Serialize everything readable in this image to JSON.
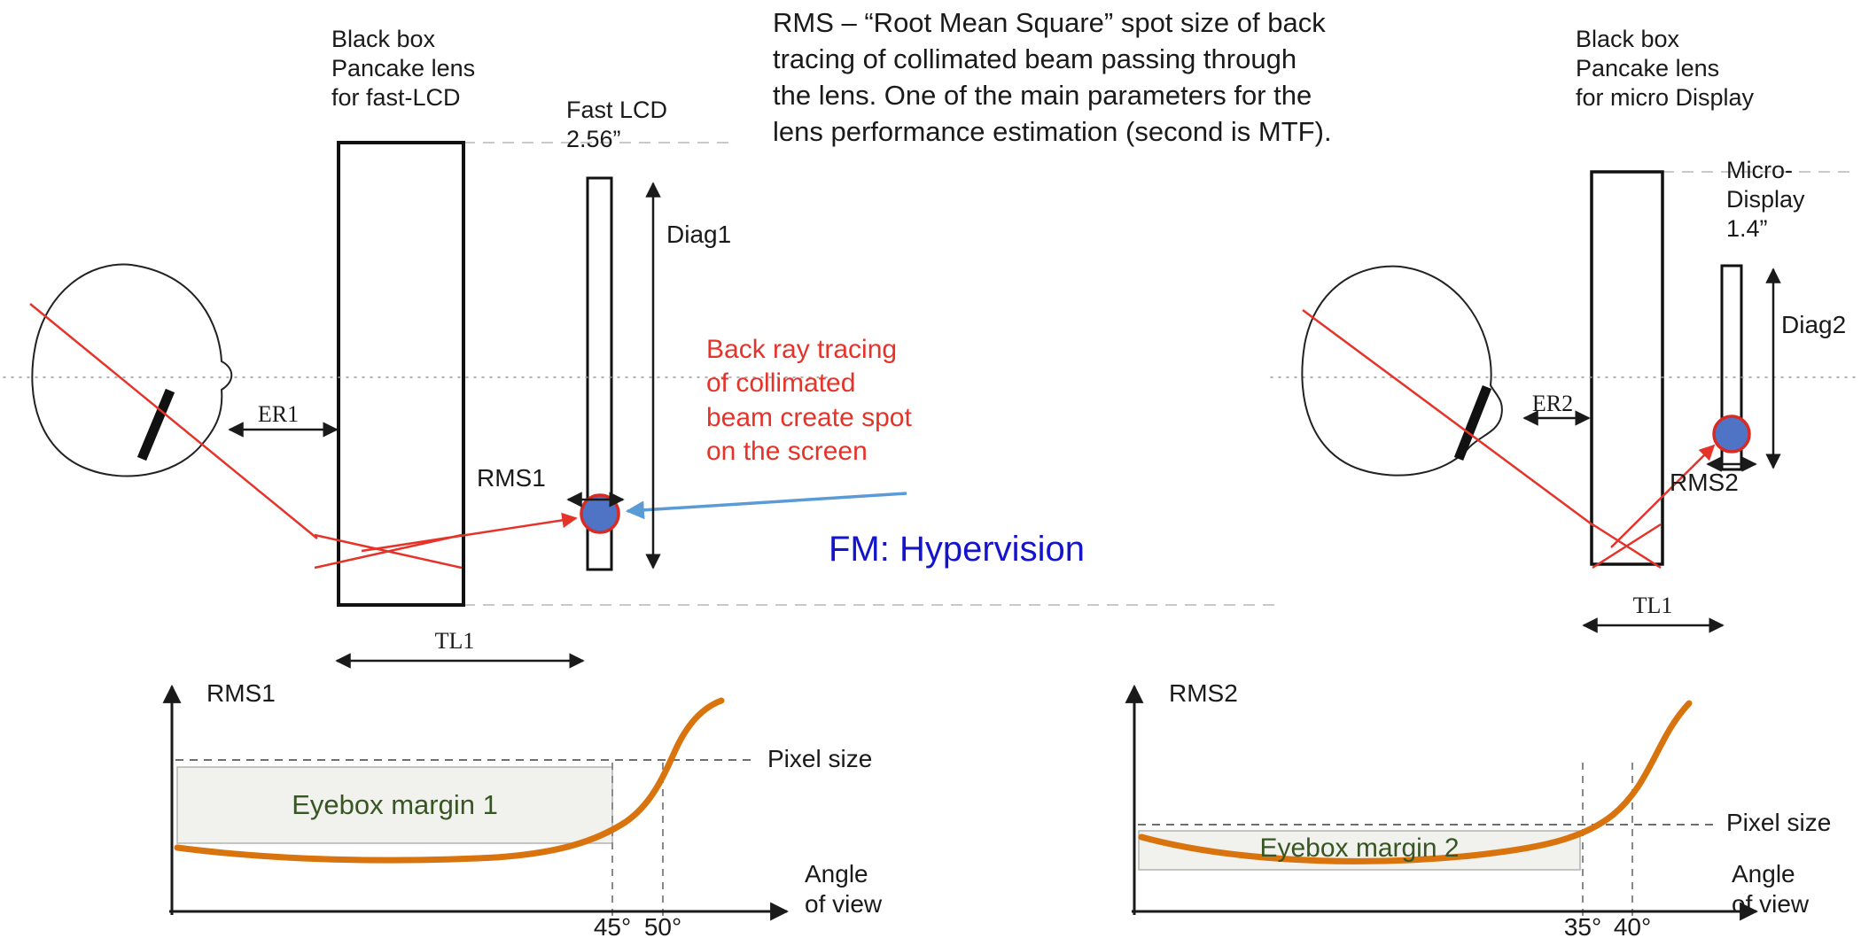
{
  "figure": {
    "rms_definition": "RMS – “Root Mean Square” spot size of back\ntracing of collimated beam passing through\nthe lens. One of the main parameters for the\nlens performance estimation (second is MTF).",
    "back_ray_note": "Back ray tracing\nof collimated\nbeam create spot\non the screen",
    "watermark": "FM: Hypervision"
  },
  "left_assembly": {
    "lens_label": "Black box\nPancake lens\nfor fast-LCD",
    "display_label": "Fast LCD\n2.56”",
    "diag_label": "Diag1",
    "eye_relief_label": "ER1",
    "track_length_label": "TL1",
    "rms_label": "RMS1"
  },
  "right_assembly": {
    "lens_label": "Black box\nPancake lens\nfor micro Display",
    "display_label": "Micro-\nDisplay\n1.4”",
    "diag_label": "Diag2",
    "eye_relief_label": "ER2",
    "track_length_label": "TL1",
    "rms_label": "RMS2"
  },
  "graph_left": {
    "y_label": "RMS1",
    "threshold_label": "Pixel size",
    "region_label": "Eyebox margin 1",
    "x_label": "Angle\nof view",
    "ticks": {
      "t1": "45°",
      "t2": "50°"
    }
  },
  "graph_right": {
    "y_label": "RMS2",
    "threshold_label": "Pixel size",
    "region_label": "Eyebox margin 2",
    "x_label": "Angle\nof view",
    "ticks": {
      "t1": "35°",
      "t2": "40°"
    }
  },
  "colors": {
    "ray_red": "#e6332a",
    "spot_fill": "#4f74c5",
    "spot_stroke": "#d92b23",
    "pointer_blue": "#5b9bd5",
    "watermark_blue": "#1414cc",
    "curve_orange": "#d9730d",
    "region_green": "#375623"
  },
  "chart_data": [
    {
      "type": "line",
      "title": "",
      "xlabel": "Angle of view",
      "ylabel": "RMS1",
      "x": [
        0,
        10,
        20,
        30,
        40,
        45,
        48,
        50,
        52
      ],
      "series": [
        {
          "name": "RMS1",
          "values": [
            0.42,
            0.36,
            0.33,
            0.36,
            0.48,
            0.58,
            0.78,
            1.0,
            1.45
          ]
        }
      ],
      "threshold": {
        "label": "Pixel size",
        "value": 1.0
      },
      "region": {
        "label": "Eyebox margin 1",
        "x_range": [
          0,
          45
        ]
      },
      "x_ticks_marked": [
        "45°",
        "50°"
      ],
      "legend": false,
      "grid": false
    },
    {
      "type": "line",
      "title": "",
      "xlabel": "Angle of view",
      "ylabel": "RMS2",
      "x": [
        0,
        5,
        15,
        25,
        33,
        35,
        38,
        40,
        43
      ],
      "series": [
        {
          "name": "RMS2",
          "values": [
            0.85,
            0.62,
            0.55,
            0.63,
            0.8,
            0.88,
            1.0,
            1.35,
            2.3
          ]
        }
      ],
      "threshold": {
        "label": "Pixel size",
        "value": 1.0
      },
      "region": {
        "label": "Eyebox margin 2",
        "x_range": [
          0,
          35
        ]
      },
      "x_ticks_marked": [
        "35°",
        "40°"
      ],
      "legend": false,
      "grid": false
    }
  ]
}
